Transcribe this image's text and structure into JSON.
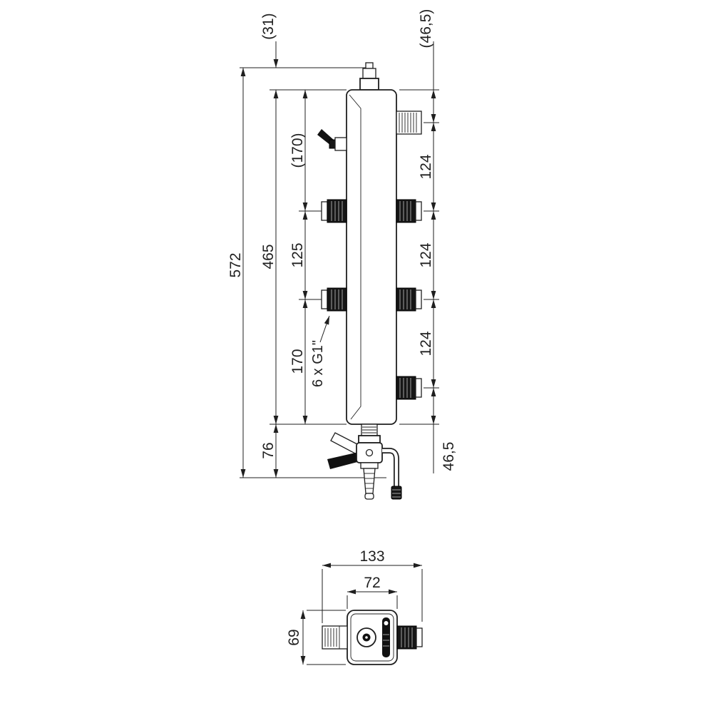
{
  "main_view": {
    "dims": {
      "total_height": "572",
      "vent_offset": "(31)",
      "body_height": "465",
      "drain_offset": "76",
      "span_top": "(170)",
      "span_mid": "125",
      "span_bottom": "170",
      "offset_top_right": "(46,5)",
      "pitch_1": "124",
      "pitch_2": "124",
      "pitch_3": "124",
      "offset_bottom_right": "46,5",
      "connections_label": "6 x G1\""
    }
  },
  "bottom_view": {
    "dims": {
      "overall_width": "133",
      "body_width": "72",
      "depth": "69"
    }
  }
}
